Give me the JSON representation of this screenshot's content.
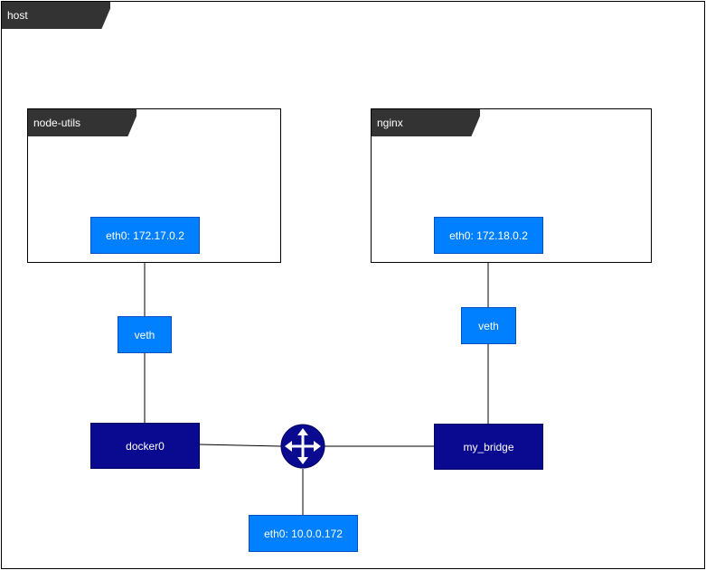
{
  "host": {
    "label": "host"
  },
  "containers": [
    {
      "name": "node-utils",
      "eth0": "eth0: 172.17.0.2",
      "veth": "veth"
    },
    {
      "name": "nginx",
      "eth0": "eth0: 172.18.0.2",
      "veth": "veth"
    }
  ],
  "bridges": {
    "docker0": "docker0",
    "my_bridge": "my_bridge"
  },
  "router": {
    "icon": "router-arrows-icon"
  },
  "host_interface": "eth0: 10.0.0.172",
  "colors": {
    "frame_tab": "#333333",
    "interface": "#007fff",
    "bridge": "#0a0a90",
    "router": "#0a0a90"
  }
}
